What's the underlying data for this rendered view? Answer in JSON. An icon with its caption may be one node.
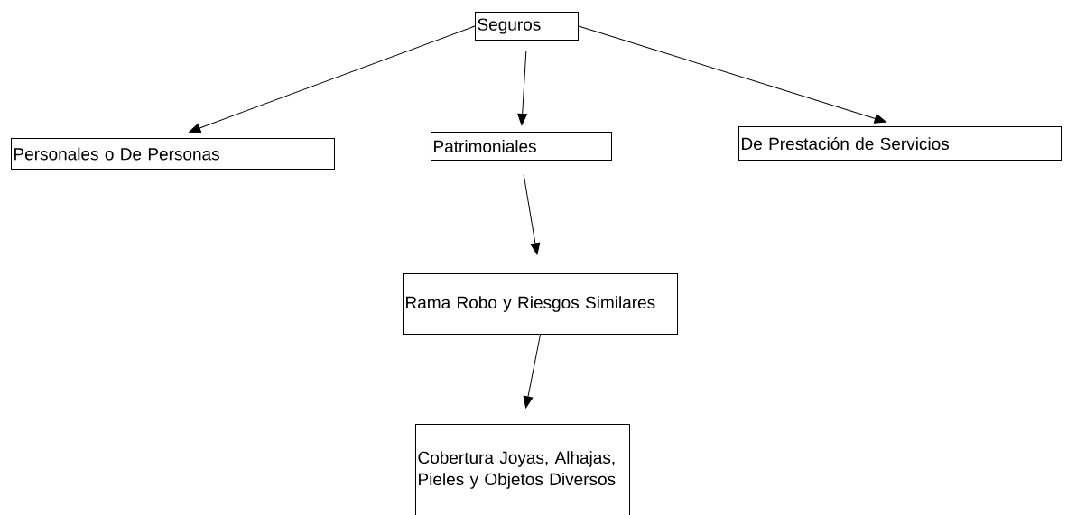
{
  "diagram": {
    "nodes": [
      {
        "text": [
          "Seguros"
        ]
      },
      {
        "text": [
          "Personales o De Personas"
        ]
      },
      {
        "text": [
          "Patrimoniales"
        ]
      },
      {
        "text": [
          "De Prestación de Servicios"
        ]
      },
      {
        "text": [
          "Rama Robo y Riesgos Similares"
        ]
      },
      {
        "text": [
          "Cobertura Joyas, Alhajas, Pieles y Objetos Diversos"
        ]
      }
    ],
    "edges": [
      {
        "from": 0,
        "to": 1,
        "arrow": "to"
      },
      {
        "from": 0,
        "to": 2,
        "arrow": "to"
      },
      {
        "from": 0,
        "to": 3,
        "arrow": "to"
      },
      {
        "from": 2,
        "to": 4,
        "arrow": "to"
      },
      {
        "from": 4,
        "to": 5,
        "arrow": "to"
      }
    ]
  }
}
